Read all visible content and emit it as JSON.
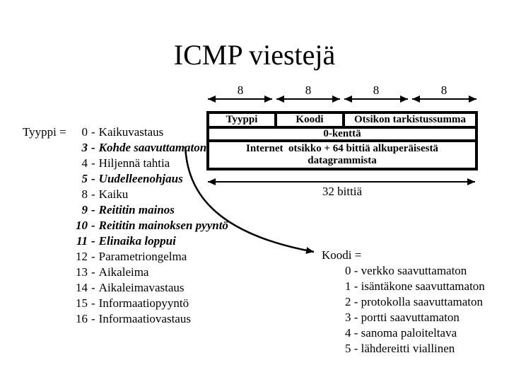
{
  "title": "ICMP viestejä",
  "colors": {
    "background": "#ffffff",
    "foreground": "#000000"
  },
  "diagram": {
    "bit_labels": [
      "8",
      "8",
      "8",
      "8"
    ],
    "header_cells": [
      "Tyyppi",
      "Koodi",
      "Otsikon tarkistussumma"
    ],
    "zero_field": "0-kenttä",
    "payload_line1": "Internet  otsikko + 64 bittiä alkuperäisestä",
    "payload_line2": "datagrammista",
    "width_label": "32 bittiä"
  },
  "type_list": {
    "prefix": "Tyyppi = ",
    "separator": "-",
    "items": [
      {
        "num": "0",
        "label": "Kaikuvastaus",
        "emphasis": false
      },
      {
        "num": "3",
        "label": "Kohde saavuttamaton",
        "emphasis": true
      },
      {
        "num": "4",
        "label": "Hiljennä tahtia",
        "emphasis": false
      },
      {
        "num": "5",
        "label": "Uudelleenohjaus",
        "emphasis": true
      },
      {
        "num": "8",
        "label": "Kaiku",
        "emphasis": false
      },
      {
        "num": "9",
        "label": "Reititin mainos",
        "emphasis": true
      },
      {
        "num": "10",
        "label": "Reititin mainoksen pyyntö",
        "emphasis": true
      },
      {
        "num": "11",
        "label": "Elinaika loppui",
        "emphasis": true
      },
      {
        "num": "12",
        "label": "Parametriongelma",
        "emphasis": false
      },
      {
        "num": "13",
        "label": "Aikaleima",
        "emphasis": false
      },
      {
        "num": "14",
        "label": "Aikaleimavastaus",
        "emphasis": false
      },
      {
        "num": "15",
        "label": "Informaatiopyyntö",
        "emphasis": false
      },
      {
        "num": "16",
        "label": "Informaatiovastaus",
        "emphasis": false
      }
    ]
  },
  "code_list": {
    "header": "Koodi =",
    "items": [
      "0 - verkko saavuttamaton",
      "1 - isäntäkone saavuttamaton",
      "2 - protokolla saavuttamaton",
      "3 - portti saavuttamaton",
      "4 - sanoma paloiteltava",
      "5 - lähdereitti viallinen"
    ]
  }
}
